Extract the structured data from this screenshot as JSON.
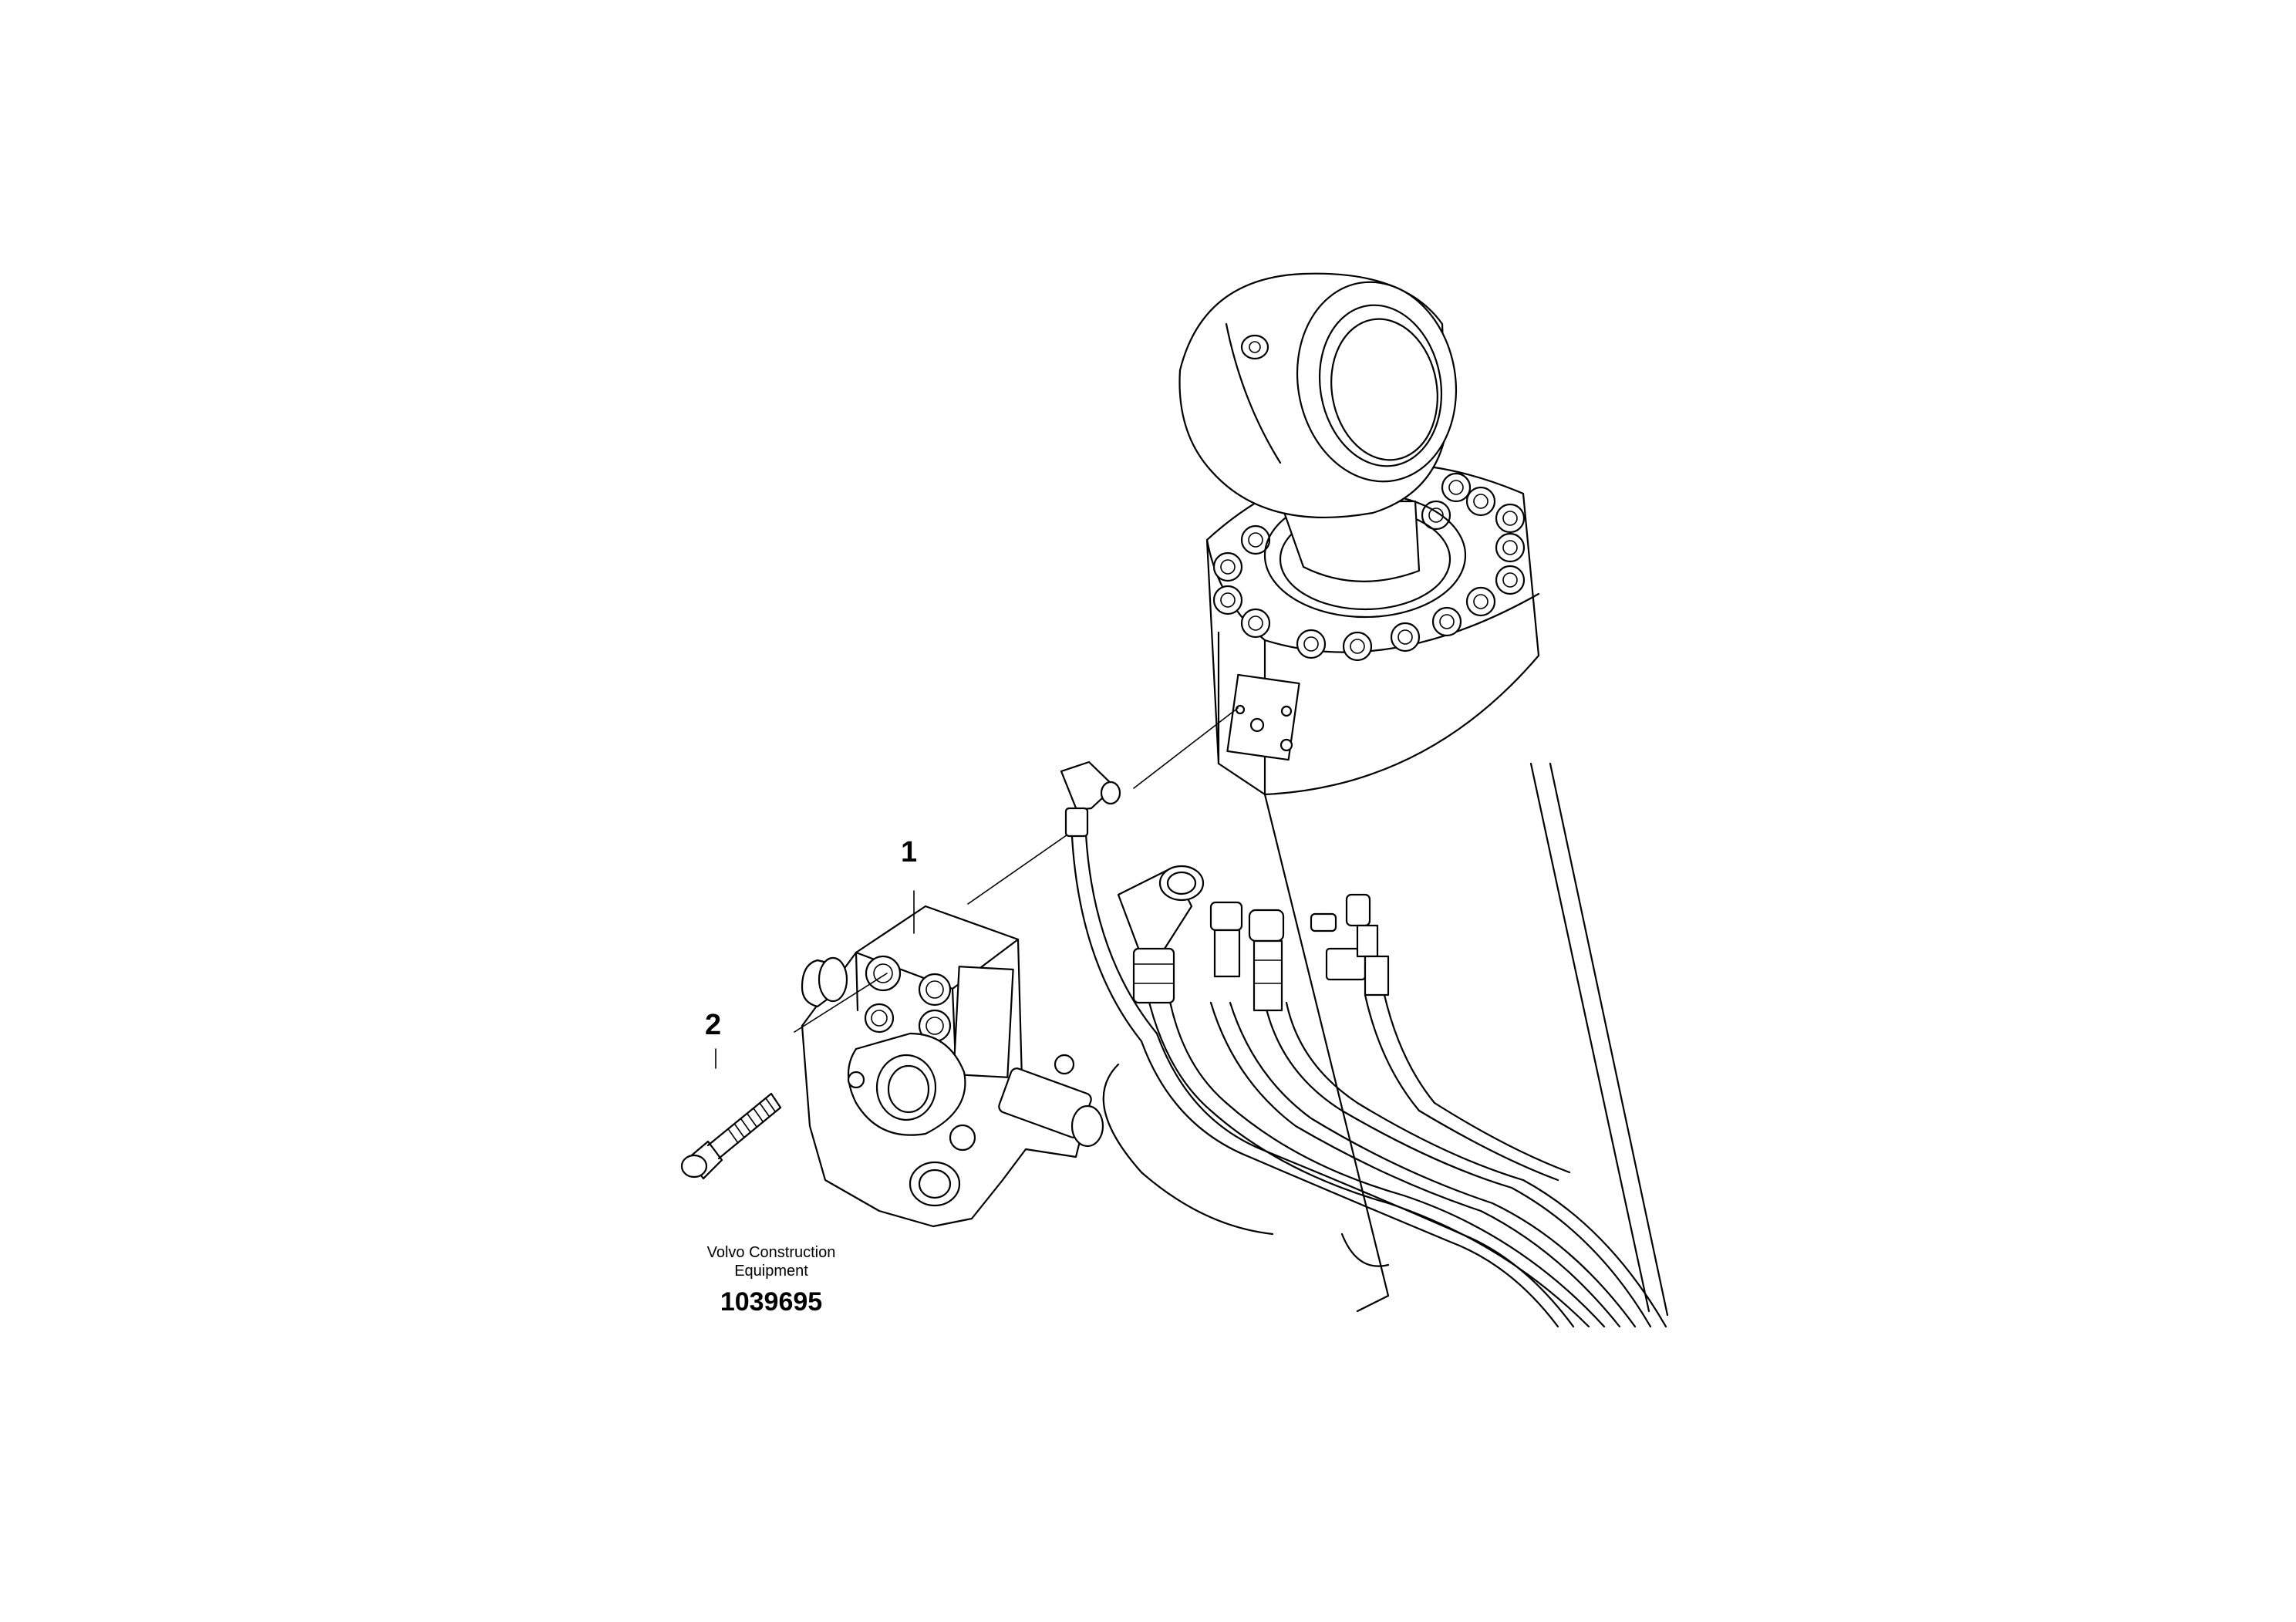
{
  "callouts": [
    {
      "id": "1",
      "label": "1"
    },
    {
      "id": "2",
      "label": "2"
    }
  ],
  "caption": {
    "brand_line1": "Volvo Construction",
    "brand_line2": "Equipment",
    "drawing_number": "1039695"
  },
  "colors": {
    "line": "#000000",
    "background": "#ffffff"
  }
}
